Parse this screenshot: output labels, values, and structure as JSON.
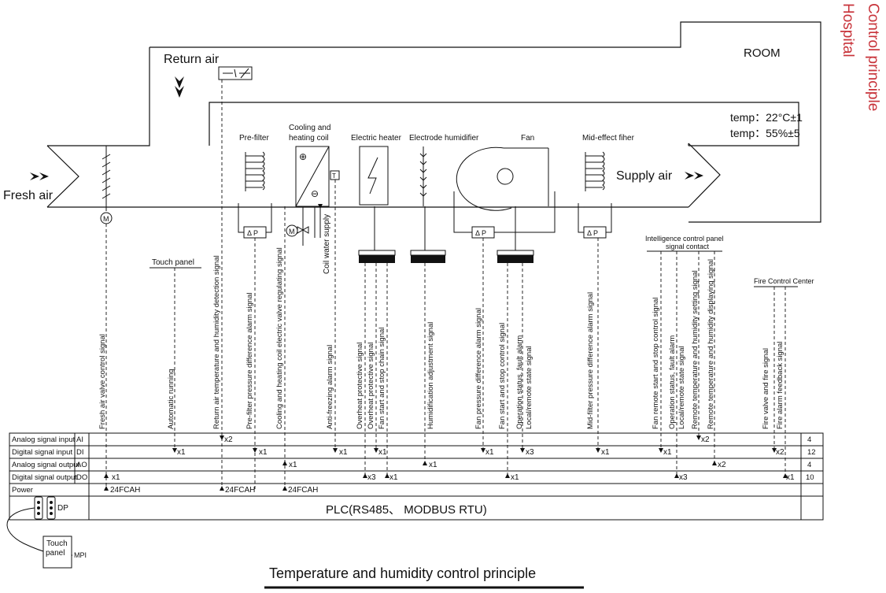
{
  "side_titles": [
    "Control principle",
    "Hospital"
  ],
  "caption": "Temperature and humidity control principle",
  "room": {
    "label": "ROOM",
    "temp_line": "temp：22°C±1",
    "humidity_line": "temp：55%±5"
  },
  "airflow": {
    "return_air": "Return air",
    "fresh_air": "Fresh air",
    "supply_air": "Supply air"
  },
  "components": {
    "pre_filter": "Pre-filter",
    "coil_line1": "Cooling and",
    "coil_line2": "heating coil",
    "electric_heater": "Electric heater",
    "humidifier": "Electrode humidifier",
    "fan": "Fan",
    "mid_filter": "Mid-effect fiher",
    "coil_water_supply": "Coil water supply",
    "pressure_sensor": "Δ P",
    "temp_sensor": "T",
    "motor": "M"
  },
  "panels": {
    "touch_panel": "Touch panel",
    "intelligence_line1": "Intelligence control panel",
    "intelligence_line2": "signal contact",
    "fire_center": "Fire Control Center"
  },
  "signals": {
    "fresh_air_valve": "Fresh air valve control signal",
    "automatic_running": "Automatic running",
    "return_air_detect": "Return air temperature and humidity detection signal",
    "prefilter_alarm": "Pre-filter pressure difference alarm signal",
    "coil_valve": "Cooling and heating coil electric valve regulating signal",
    "anti_freezing": "Anti-freezing alarm signal",
    "overheat_1": "Overheat protective signal",
    "overheat_2": "Overheat protective signal",
    "fan_chain": "Fan start and stop chain signal",
    "humidification": "Humidification adjustment signal",
    "fan_pressure": "Fan pressure difference alarm signal",
    "fan_control": "Fan start and stop control signal",
    "operation_status": "Operation status, fault alarm",
    "local_remote": "Local/remote state signal",
    "midfilter_alarm": "Mid-filter pressure difference alarm signal",
    "remote_start_stop": "Fan remote start and stop control signal",
    "ic_operation_status": "Operation status, fault alarm",
    "ic_local_remote": "Local/remote state signal",
    "remote_setting": "Remote temperature and humidity setting signal",
    "remote_displaying": "Remote temperature and humidity displaying signal",
    "fire_valve": "Fire valve and fire signal",
    "fire_feedback": "Fire alarm feedback signal"
  },
  "io_rows": [
    {
      "label": "Analog signal input",
      "code": "AI",
      "count": "4"
    },
    {
      "label": "Digital signal input",
      "code": "DI",
      "count": "12"
    },
    {
      "label": "Analog signal output",
      "code": "AO",
      "count": "4"
    },
    {
      "label": "Digital signal output",
      "code": "DO",
      "count": "10"
    },
    {
      "label": "Power",
      "code": "",
      "count": ""
    }
  ],
  "io_marks": {
    "x1": "x1",
    "x2": "x2",
    "x3": "x3",
    "power": "24FCAH"
  },
  "plc": {
    "label": "PLC(RS485、 MODBUS RTU)",
    "dp": "DP",
    "touch_line1": "Touch",
    "touch_line2": "panel",
    "mpi": "MPI"
  }
}
